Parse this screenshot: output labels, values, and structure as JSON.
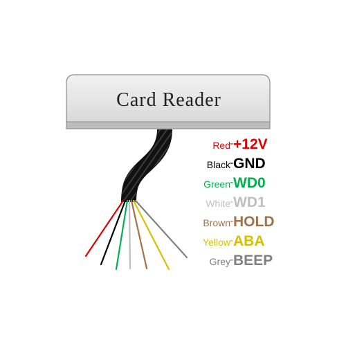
{
  "device": {
    "title": "Card Reader"
  },
  "wires": [
    {
      "color_name": "Red",
      "signal": "+12V",
      "hex": "#e00000"
    },
    {
      "color_name": "Black",
      "signal": "GND",
      "hex": "#000000"
    },
    {
      "color_name": "Green",
      "signal": "WD0",
      "hex": "#00b050"
    },
    {
      "color_name": "White",
      "signal": "WD1",
      "hex": "#bfbfbf"
    },
    {
      "color_name": "Brown",
      "signal": "HOLD",
      "hex": "#a0724a"
    },
    {
      "color_name": "Yellow",
      "signal": "ABA",
      "hex": "#d4c200"
    },
    {
      "color_name": "Grey",
      "signal": "BEEP",
      "hex": "#808080"
    }
  ],
  "dash": "-"
}
